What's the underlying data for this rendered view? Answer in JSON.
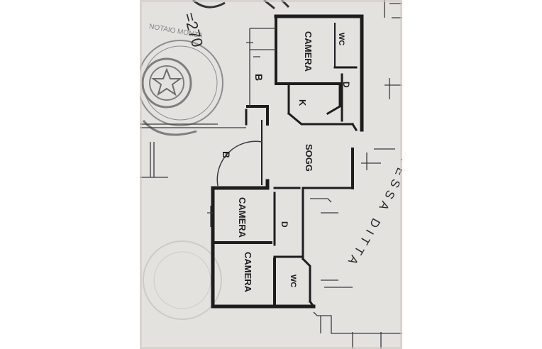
{
  "floor_plan": {
    "rooms": {
      "camera_top": "CAMERA",
      "wc_top": "WC",
      "disimpegno_top": "D",
      "cucina": "K",
      "balcone_top": "B",
      "soggiorno": "SOGG",
      "balcone_mid": "B",
      "camera_mid": "CAMERA",
      "disimpegno_bottom": "D",
      "camera_bottom": "CAMERA",
      "wc_bottom": "WC"
    },
    "annotations": {
      "height": "=270",
      "curved_text": "TESSA DITTA",
      "stamp_text": "NOTAIO MONZA"
    }
  },
  "colors": {
    "paper": "#e9e7e4",
    "ink": "#1d1d1d",
    "stamp": "#5a5a5a"
  }
}
